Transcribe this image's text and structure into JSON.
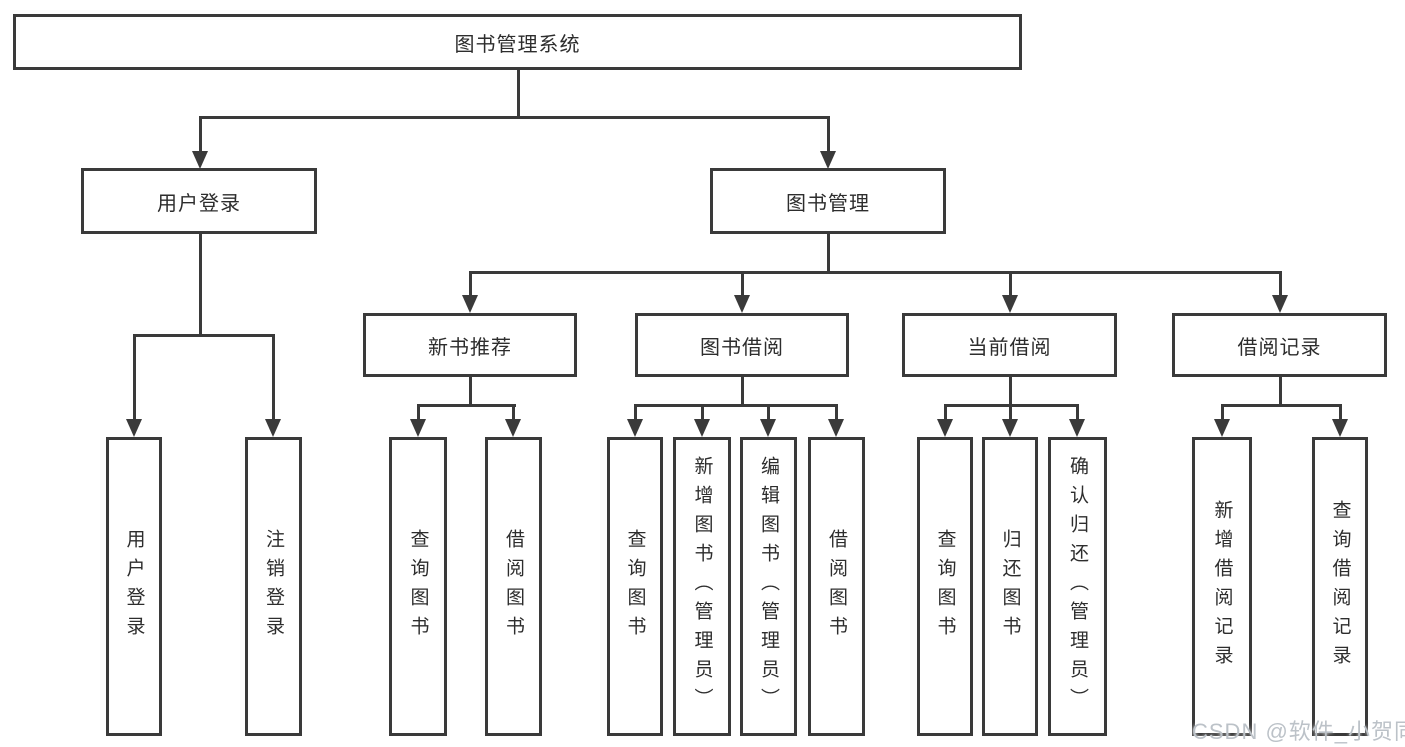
{
  "nodes": {
    "root": "图书管理系统",
    "level2": [
      "用户登录",
      "图书管理"
    ],
    "level3": [
      "新书推荐",
      "图书借阅",
      "当前借阅",
      "借阅记录"
    ],
    "leaves": [
      "用户登录",
      "注销登录",
      "查询图书",
      "借阅图书",
      "查询图书",
      "新增图书（管理员）",
      "编辑图书（管理员）",
      "借阅图书",
      "查询图书",
      "归还图书",
      "确认归还（管理员）",
      "新增借阅记录",
      "查询借阅记录"
    ]
  },
  "watermark": "CSDN @软件_小贺同学",
  "colors": {
    "line": "#3a3a3a",
    "text": "#2d2d2d",
    "background": "#ffffff",
    "watermark": "#bcc2c8"
  }
}
